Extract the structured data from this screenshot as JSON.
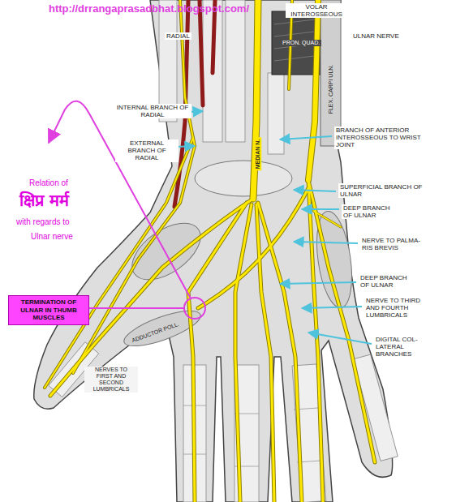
{
  "diagram": {
    "nodes": [
      {
        "text": [
          "TERMINATION OF ULNAR IN THUMB MUSCLES"
        ]
      }
    ],
    "labels": [
      "http://drrangaprasadbhat.blogspot.com/",
      "VOLAR INTEROSSEOUS",
      "RADIAL",
      "ULNAR NERVE",
      "INTERNAL BRANCH OF RADIAL",
      "EXTERNAL BRANCH OF RADIAL",
      "BRANCH OF ANTERIOR INTEROSSEOUS TO WRIST JOINT",
      "SUPERFICIAL BRANCH OF ULNAR",
      "DEEP BRANCH OF ULNAR",
      "NERVE TO PALMA- RIS BREVIS",
      "DEEP BRANCH OF ULNAR",
      "NERVE TO THIRD AND FOURTH LUMBRICALS",
      "DIGITAL COL- LATERAL BRANCHES",
      "NERVES TO FIRST AND SECOND LUMBRICALS",
      "Relation of",
      "क्षिप्र मर्म",
      "with regards to",
      "Ulnar nerve",
      "MEDIAN N.",
      "PRON. QUAD.",
      "FLEX. CARPI ULN.",
      "ADDUCTOR POLL."
    ]
  }
}
